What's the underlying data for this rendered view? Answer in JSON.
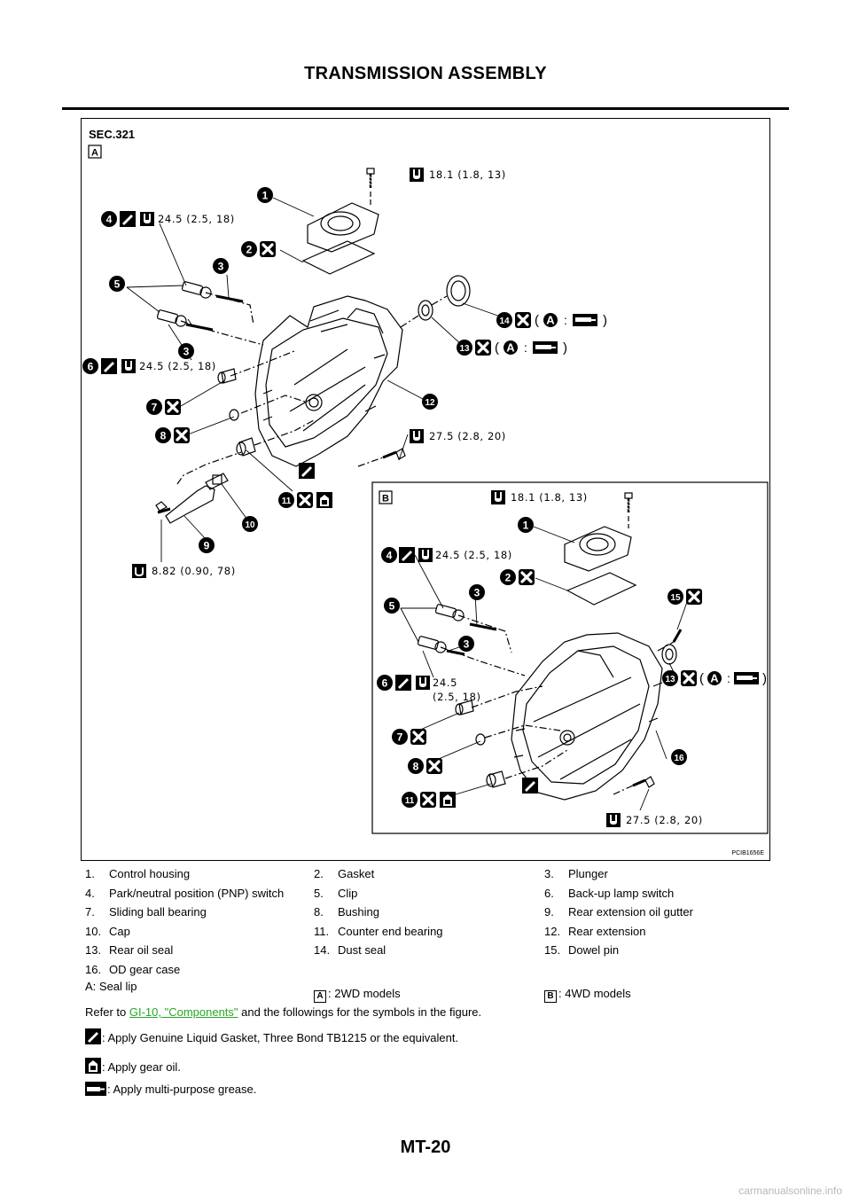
{
  "header": {
    "title": "TRANSMISSION ASSEMBLY"
  },
  "figure": {
    "section": "SEC.321",
    "panel_a_label": "A",
    "panel_b_label": "B",
    "figure_code": "PCIB1656E",
    "torque_a": {
      "t1": "18.1 (1.8, 13)",
      "t4": "24.5 (2.5, 18)",
      "t6": "24.5 (2.5, 18)",
      "t12": "27.5 (2.8, 20)",
      "t9": "8.82 (0.90, 78)"
    },
    "torque_b": {
      "t1": "18.1 (1.8, 13)",
      "t4": "24.5 (2.5, 18)",
      "t6a": "24.5",
      "t6b": "(2.5, 18)",
      "t16": "27.5 (2.8, 20)"
    },
    "seal_ref": {
      "open": "(",
      "letter": "A",
      "colon": ":",
      "close": ")"
    },
    "callouts": [
      "1",
      "2",
      "3",
      "4",
      "5",
      "6",
      "7",
      "8",
      "9",
      "10",
      "11",
      "12",
      "13",
      "14",
      "15",
      "16"
    ]
  },
  "legend": {
    "rows": [
      [
        {
          "n": "1.",
          "t": "Control housing"
        },
        {
          "n": "2.",
          "t": "Gasket"
        },
        {
          "n": "3.",
          "t": "Plunger"
        }
      ],
      [
        {
          "n": "4.",
          "t": "Park/neutral position (PNP) switch"
        },
        {
          "n": "5.",
          "t": "Clip"
        },
        {
          "n": "6.",
          "t": "Back-up lamp switch"
        }
      ],
      [
        {
          "n": "7.",
          "t": "Sliding ball bearing"
        },
        {
          "n": "8.",
          "t": "Bushing"
        },
        {
          "n": "9.",
          "t": "Rear extension oil gutter"
        }
      ],
      [
        {
          "n": "10.",
          "t": "Cap"
        },
        {
          "n": "11.",
          "t": "Counter end bearing"
        },
        {
          "n": "12.",
          "t": "Rear extension"
        }
      ],
      [
        {
          "n": "13.",
          "t": "Rear oil seal"
        },
        {
          "n": "14.",
          "t": "Dust seal"
        },
        {
          "n": "15.",
          "t": "Dowel pin"
        }
      ],
      [
        {
          "n": "16.",
          "t": "OD gear case"
        }
      ]
    ],
    "seal_lip": "A: Seal lip",
    "model_a_letter": "A",
    "model_a": ": 2WD models",
    "model_b_letter": "B",
    "model_b": ": 4WD models"
  },
  "notes": {
    "refer_prefix": "Refer to ",
    "refer_link": "GI-10, \"Components\"",
    "refer_suffix": "  and the followings for the symbols in the figure.",
    "liquid_gasket": ": Apply Genuine Liquid Gasket, Three Bond TB1215 or the equivalent.",
    "gear_oil": ": Apply gear oil.",
    "grease": ": Apply multi-purpose grease."
  },
  "footer": {
    "page_number": "MT-20",
    "watermark": "carmanualsonline.info"
  }
}
